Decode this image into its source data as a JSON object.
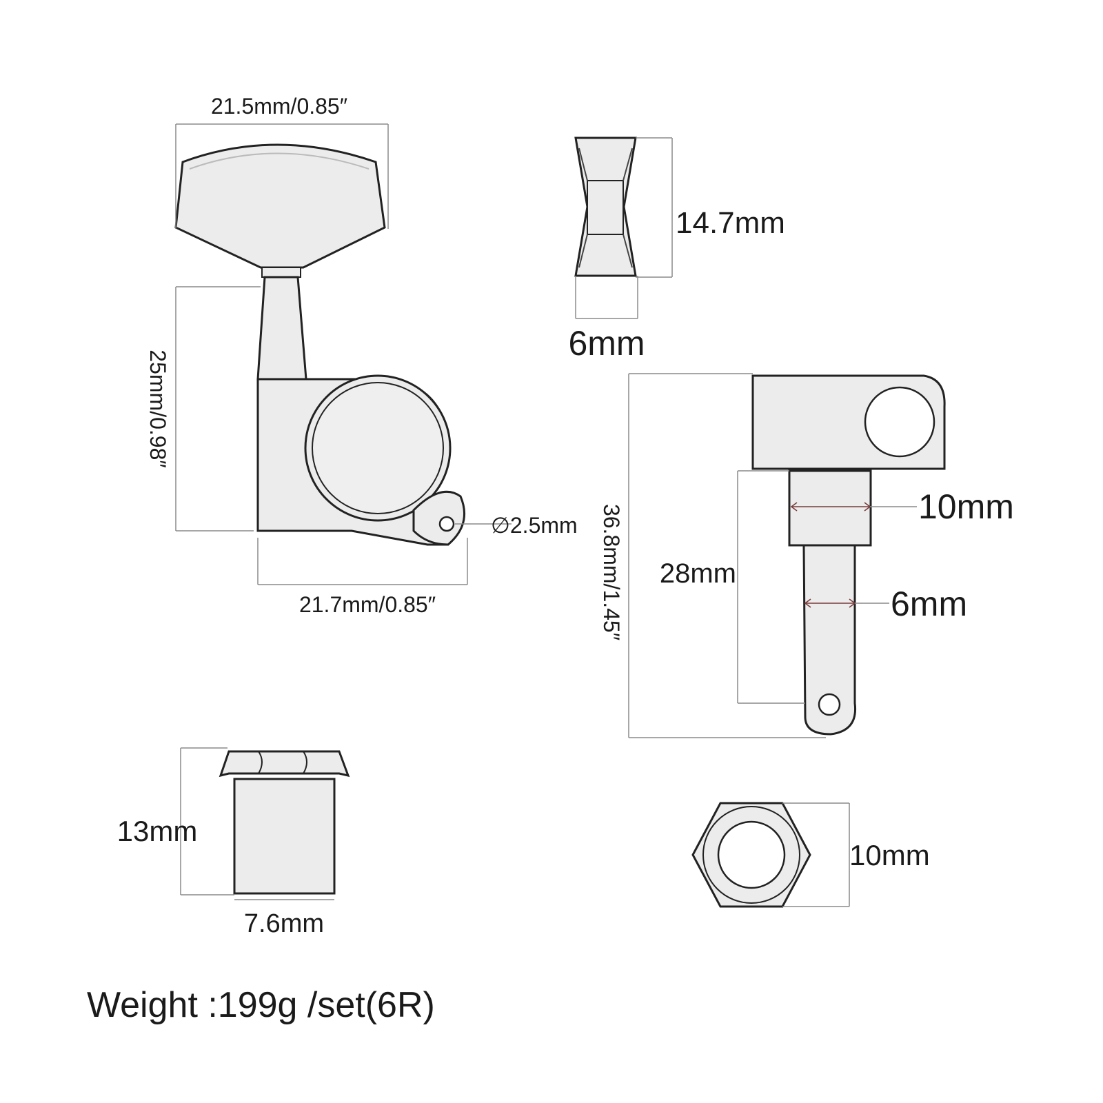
{
  "tuner_front": {
    "button_width": "21.5mm/0.85″",
    "post_height": "25mm/0.98″",
    "housing_width": "21.7mm/0.85″",
    "screw_hole": "∅2.5mm"
  },
  "button_side": {
    "height": "14.7mm",
    "width": "6mm"
  },
  "tuner_side": {
    "total_height": "36.8mm/1.45″",
    "post_length": "28mm",
    "bushing_diameter": "10mm",
    "post_diameter": "6mm"
  },
  "bushing": {
    "height": "13mm",
    "diameter": "7.6mm"
  },
  "hex_nut": {
    "size": "10mm"
  },
  "weight": "Weight :199g /set(6R)",
  "colors": {
    "part_fill": "#ececec",
    "outline": "#222222",
    "dimension_line": "#8a8a8a"
  }
}
